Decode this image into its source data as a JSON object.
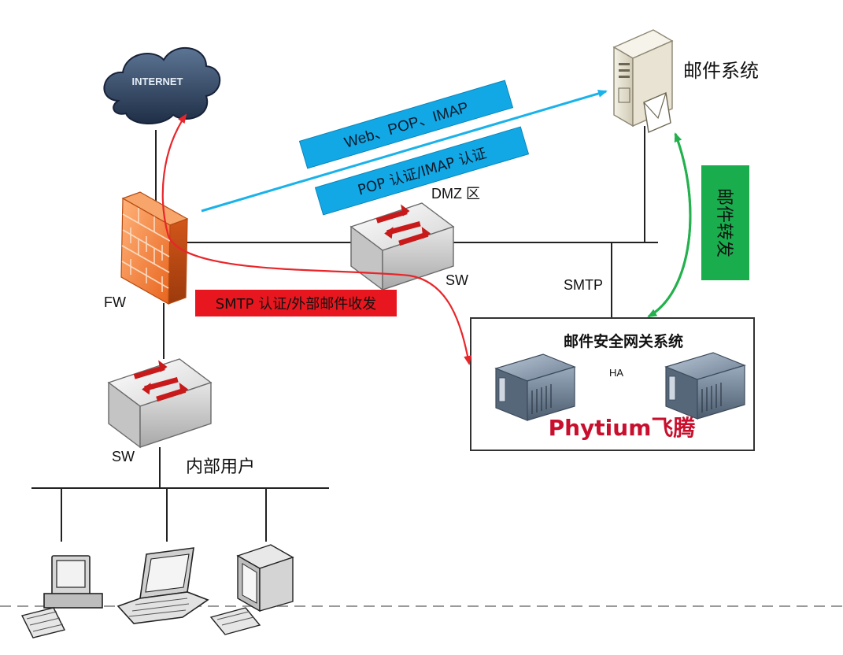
{
  "labels": {
    "internet": "INTERNET",
    "mail_system": "邮件系统",
    "firewall": "FW",
    "dmz": "DMZ 区",
    "dmz_switch": "SW",
    "internal_switch": "SW",
    "smtp": "SMTP",
    "internal_users": "内部用户",
    "gateway_title": "邮件安全网关系统",
    "ha": "HA",
    "brand": "Phytium飞腾"
  },
  "banners": {
    "web_pop_imap": "Web、POP、IMAP",
    "pop_imap_auth": "POP 认证/IMAP 认证",
    "smtp_auth": "SMTP 认证/外部邮件收发",
    "mail_forward": "邮件转发"
  },
  "colors": {
    "blue_banner": "#12a8e6",
    "red_banner": "#e8161e",
    "green_banner": "#1aad4e",
    "blue_arrow": "#1ab2ea",
    "red_arrow": "#e8262a",
    "green_arrow": "#22b14c",
    "brand_red": "#c8102e"
  },
  "icons": {
    "internet": "cloud-icon",
    "mail_system": "mail-server-icon",
    "firewall": "firewall-icon",
    "switch": "network-switch-icon",
    "gateway_device": "rack-server-icon",
    "desktop": "desktop-computer-icon",
    "laptop": "laptop-icon",
    "monitor": "monitor-keyboard-icon"
  }
}
